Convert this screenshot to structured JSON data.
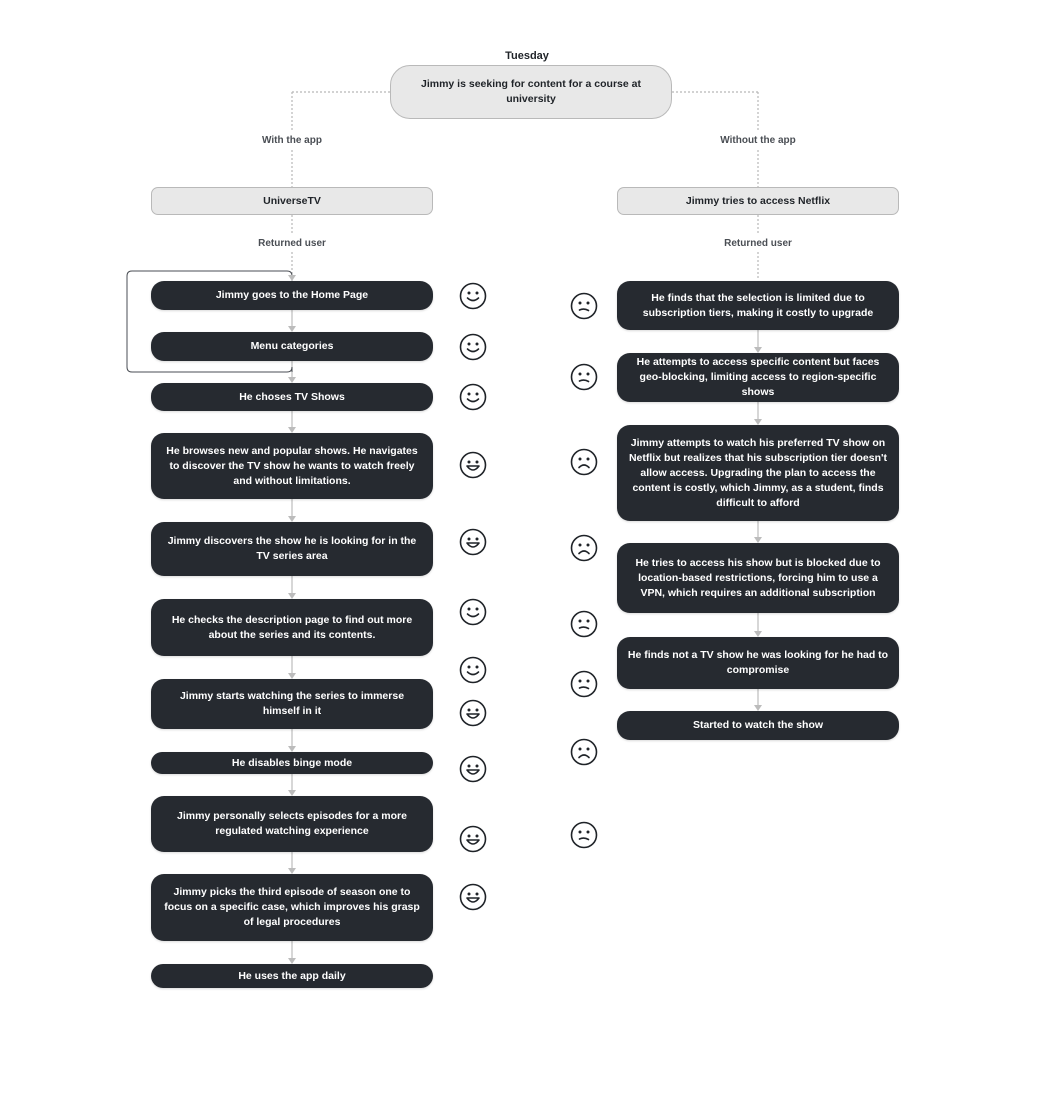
{
  "header": {
    "day": "Tuesday"
  },
  "root": {
    "text": "Jimmy is seeking for content for a course at university"
  },
  "branches": {
    "with_app": {
      "label": "With the app",
      "app": "UniverseTV",
      "user_type": "Returned user",
      "steps": [
        "Jimmy goes to the Home Page",
        "Menu categories",
        "He choses TV Shows",
        "He browses new and popular shows. He navigates to discover the TV show he wants to watch freely and without limitations.",
        "Jimmy discovers the show he is looking for in the TV series area",
        "He checks the description page to find out more about the series and its contents.",
        "Jimmy starts watching the series to immerse himself in it",
        "He disables binge mode",
        "Jimmy personally selects episodes for a more regulated watching experience",
        "Jimmy picks the third episode of season one to focus on a specific case, which improves his grasp of legal procedures",
        "He uses the app daily"
      ],
      "emotions": [
        "smile",
        "smile",
        "smile",
        "grin",
        "grin",
        "smile",
        "smile",
        "grin",
        "grin",
        "grin",
        "grin"
      ]
    },
    "without_app": {
      "label": "Without the app",
      "app": "Jimmy tries to access Netflix",
      "user_type": "Returned user",
      "steps": [
        "He finds that the selection is limited due to subscription tiers, making it costly to upgrade",
        "He attempts to access specific content but faces geo-blocking, limiting access to region-specific shows",
        "Jimmy attempts to watch his preferred TV show on Netflix but realizes that his subscription tier doesn't allow access. Upgrading the plan to access the content is costly, which Jimmy, as a student, finds difficult to afford",
        "He tries to access his show but is blocked due to location-based restrictions, forcing him to use a VPN, which requires an additional subscription",
        "He finds not a TV show he was looking for he had to compromise",
        "Started to watch the show"
      ],
      "emotions": [
        "confused",
        "confused",
        "sad",
        "sad",
        "confused",
        "confused",
        "sad",
        "confused"
      ]
    }
  }
}
